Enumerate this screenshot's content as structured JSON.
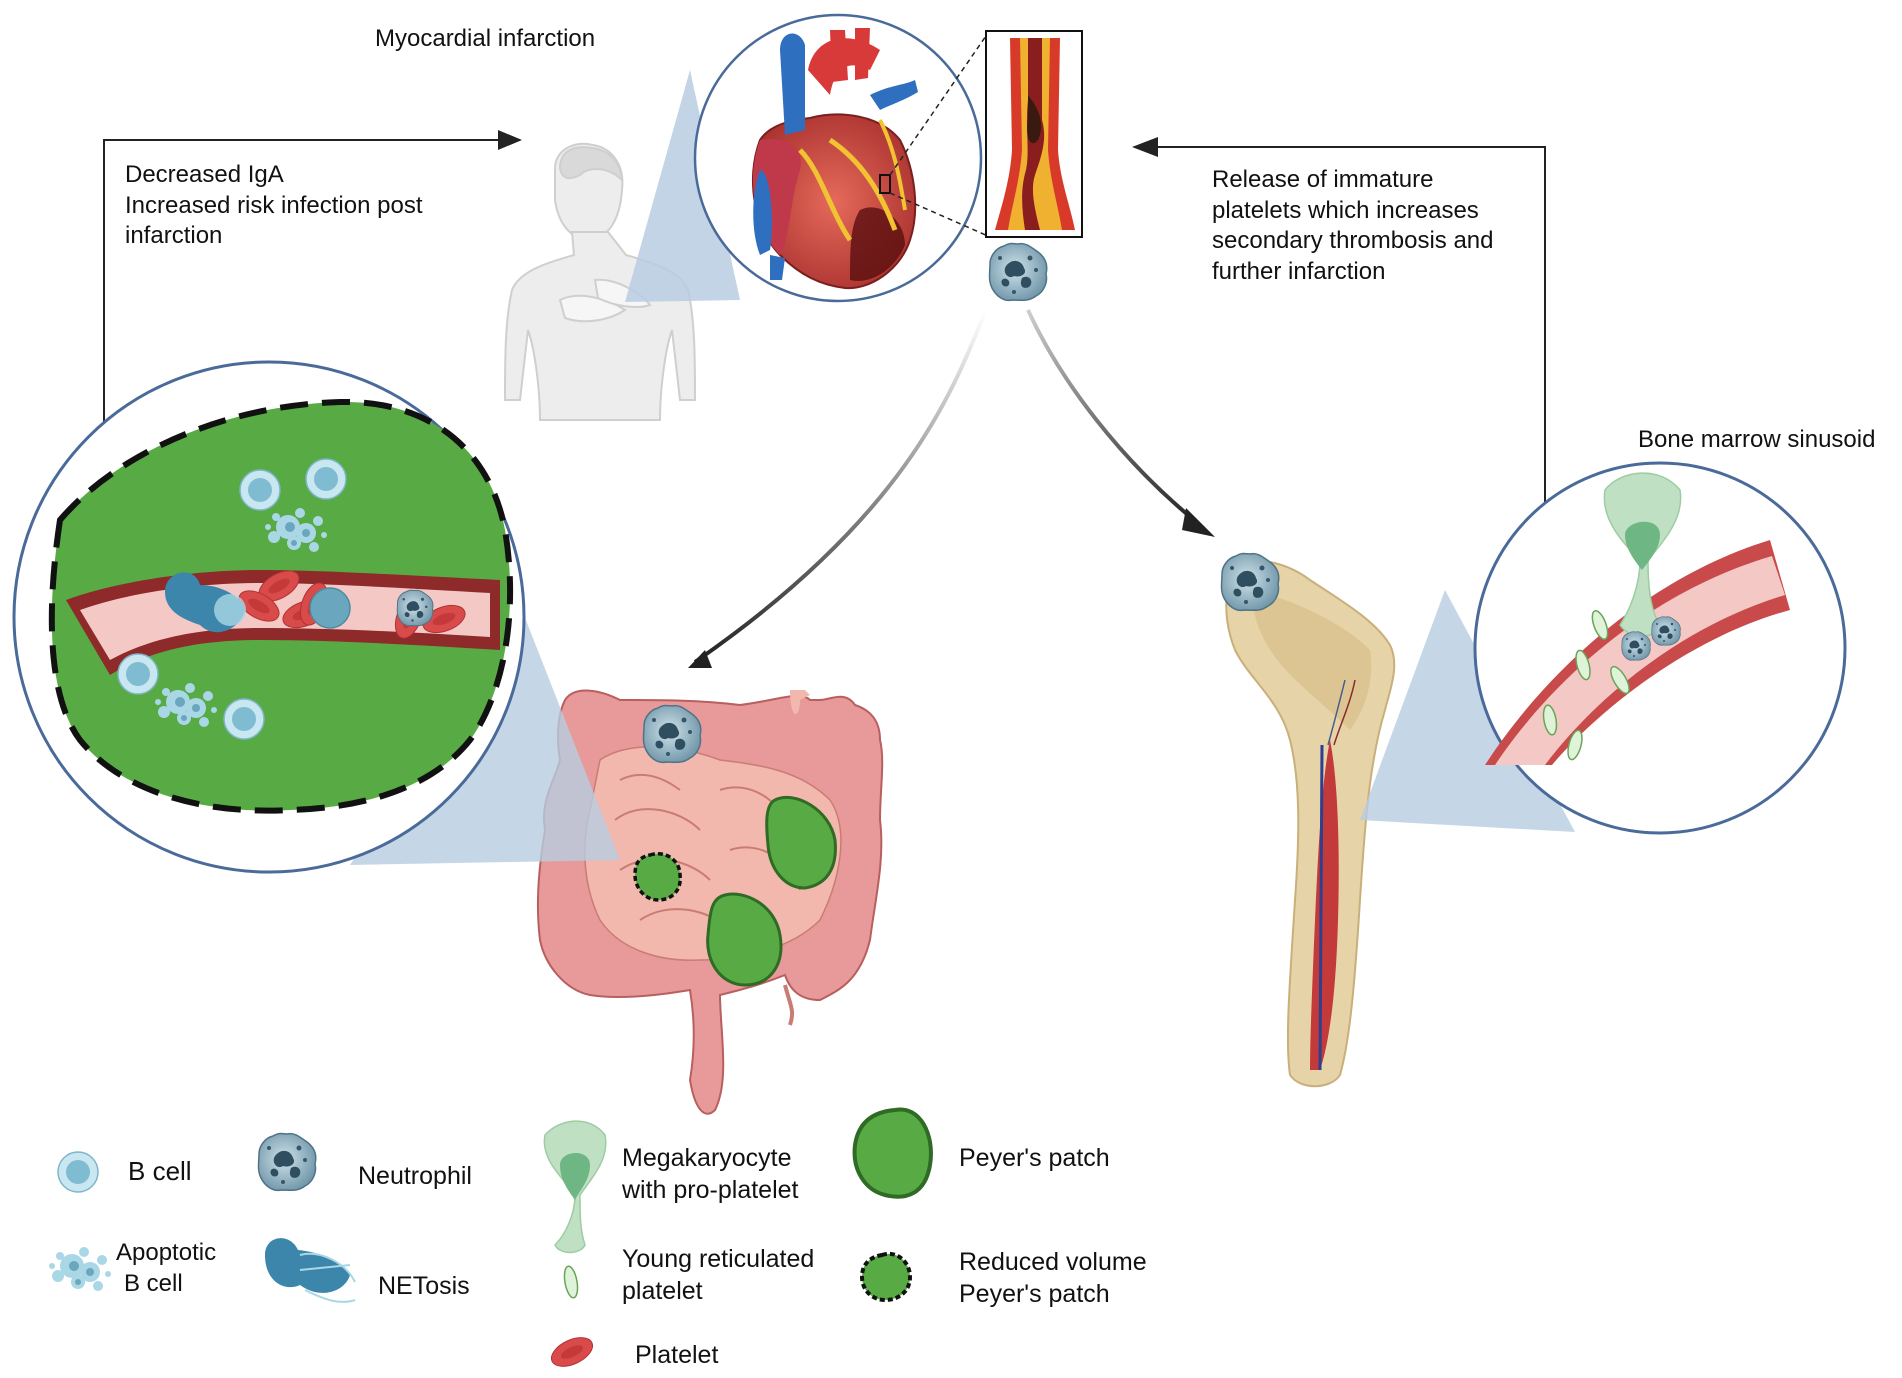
{
  "labels": {
    "myocardial_infarction": "Myocardial infarction",
    "left_note": [
      "Decreased IgA",
      "Increased risk infection post",
      "infarction"
    ],
    "right_note": [
      "Release of immature",
      "platelets which increases",
      "secondary thrombosis and",
      "further infarction"
    ],
    "bone_marrow": "Bone marrow sinusoid"
  },
  "legend": {
    "b_cell": "B cell",
    "neutrophil": "Neutrophil",
    "megakaryocyte": [
      "Megakaryocyte",
      "with pro-platelet"
    ],
    "peyers_patch": "Peyer's patch",
    "apoptotic_b_cell": [
      "Apoptotic",
      "B cell"
    ],
    "netosis": "NETosis",
    "young_platelet": [
      "Young reticulated",
      "platelet"
    ],
    "reduced_patch": [
      "Reduced volume",
      "Peyer's patch"
    ],
    "platelet": "Platelet"
  },
  "colors": {
    "green": "#58aa45",
    "green_dark": "#2f6b25",
    "circle_border": "#4a6a9a",
    "vessel_wall": "#8e2a2a",
    "vessel_lumen": "#f4c9c5",
    "rbc": "#d94b4b",
    "bcell": "#a9d7e6",
    "intestine": "#e89a9a",
    "bone": "#e7d3a8",
    "zoom_cone": "#b7cde0"
  }
}
